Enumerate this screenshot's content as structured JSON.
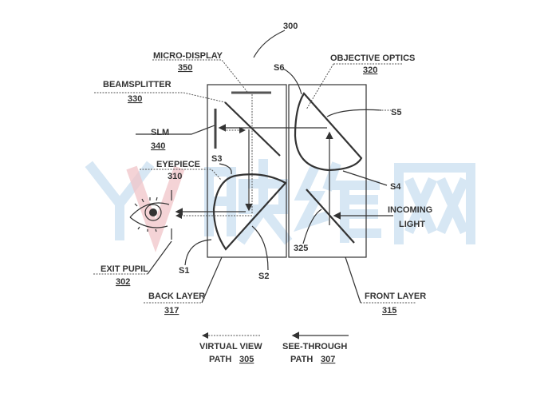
{
  "figure_number": "300",
  "watermark": "YV映维网",
  "labels": {
    "micro_display": "MICRO-DISPLAY",
    "micro_display_ref": "350",
    "objective_optics": "OBJECTIVE OPTICS",
    "objective_optics_ref": "320",
    "beamsplitter": "BEAMSPLITTER",
    "beamsplitter_ref": "330",
    "slm": "SLM",
    "slm_ref": "340",
    "eyepiece": "EYEPIECE",
    "eyepiece_ref": "310",
    "incoming_light_1": "INCOMING",
    "incoming_light_2": "LIGHT",
    "front_beamsplitter_ref": "325",
    "exit_pupil": "EXIT PUPIL",
    "exit_pupil_ref": "302",
    "back_layer": "BACK LAYER",
    "back_layer_ref": "317",
    "front_layer": "FRONT LAYER",
    "front_layer_ref": "315",
    "s1": "S1",
    "s2": "S2",
    "s3": "S3",
    "s4": "S4",
    "s5": "S5",
    "s6": "S6"
  },
  "legend": {
    "virtual_view_1": "VIRTUAL VIEW",
    "virtual_view_2": "PATH",
    "virtual_view_ref": "305",
    "see_through_1": "SEE-THROUGH",
    "see_through_2": "PATH",
    "see_through_ref": "307"
  }
}
